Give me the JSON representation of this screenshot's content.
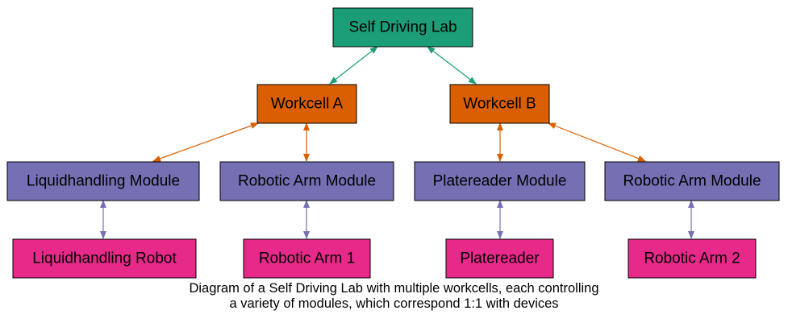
{
  "diagram": {
    "colors": {
      "lab": "#1b9e77",
      "workcell": "#d95f02",
      "module": "#7570b3",
      "device": "#e7298a",
      "border": "#000000"
    },
    "nodes": {
      "lab": {
        "label": "Self Driving Lab",
        "kind": "lab"
      },
      "workcell_a": {
        "label": "Workcell A",
        "kind": "workcell"
      },
      "workcell_b": {
        "label": "Workcell B",
        "kind": "workcell"
      },
      "liquidhandling_module": {
        "label": "Liquidhandling Module",
        "kind": "module"
      },
      "robotic_arm_module_a": {
        "label": "Robotic Arm Module",
        "kind": "module"
      },
      "platereader_module": {
        "label": "Platereader Module",
        "kind": "module"
      },
      "robotic_arm_module_b": {
        "label": "Robotic Arm Module",
        "kind": "module"
      },
      "liquidhandling_robot": {
        "label": "Liquidhandling Robot",
        "kind": "device"
      },
      "robotic_arm_1": {
        "label": "Robotic Arm 1",
        "kind": "device"
      },
      "platereader": {
        "label": "Platereader",
        "kind": "device"
      },
      "robotic_arm_2": {
        "label": "Robotic Arm 2",
        "kind": "device"
      }
    },
    "edges": [
      {
        "from": "lab",
        "to": "workcell_a",
        "direction": "both"
      },
      {
        "from": "lab",
        "to": "workcell_b",
        "direction": "both"
      },
      {
        "from": "workcell_a",
        "to": "liquidhandling_module",
        "direction": "both"
      },
      {
        "from": "workcell_a",
        "to": "robotic_arm_module_a",
        "direction": "both"
      },
      {
        "from": "workcell_b",
        "to": "platereader_module",
        "direction": "both"
      },
      {
        "from": "workcell_b",
        "to": "robotic_arm_module_b",
        "direction": "both"
      },
      {
        "from": "liquidhandling_module",
        "to": "liquidhandling_robot",
        "direction": "both"
      },
      {
        "from": "robotic_arm_module_a",
        "to": "robotic_arm_1",
        "direction": "both"
      },
      {
        "from": "platereader_module",
        "to": "platereader",
        "direction": "both"
      },
      {
        "from": "robotic_arm_module_b",
        "to": "robotic_arm_2",
        "direction": "both"
      }
    ],
    "caption": {
      "line1": "Diagram of a Self Driving Lab with multiple workcells, each controlling",
      "line2": "a variety of modules, which correspond 1:1 with devices"
    }
  }
}
